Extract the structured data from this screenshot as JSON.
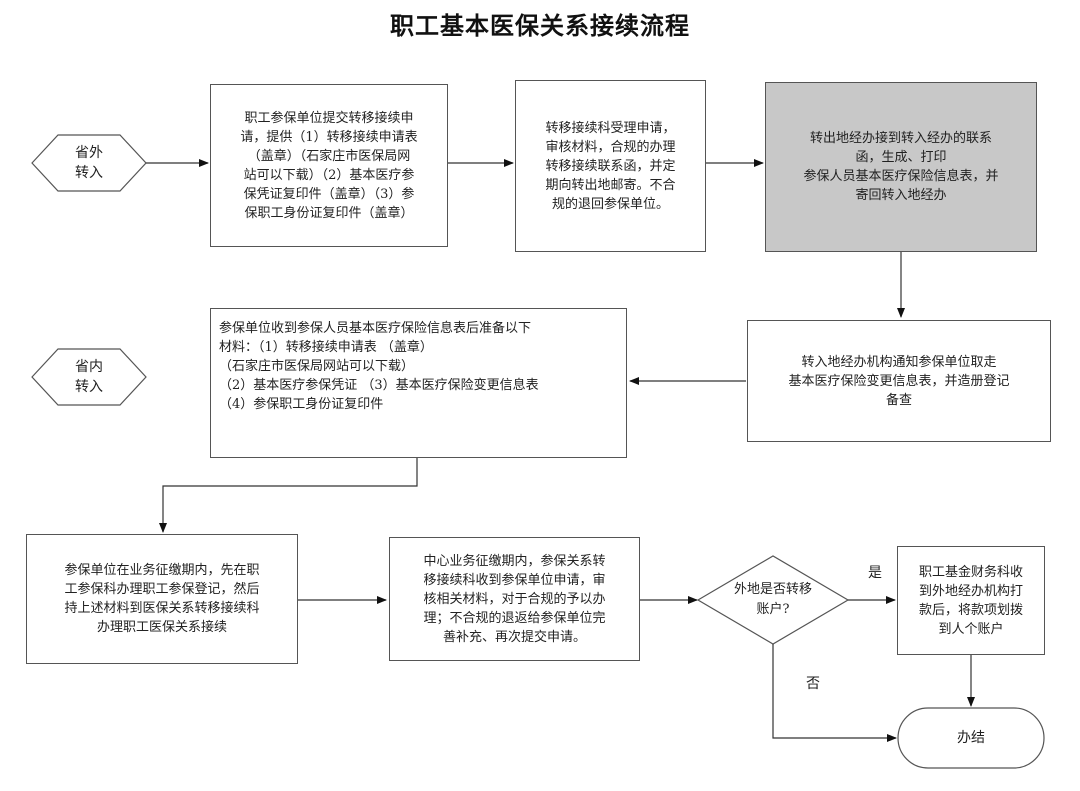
{
  "title": "职工基本医保关系接续流程",
  "terminals": {
    "out_province": [
      "省外",
      "转入"
    ],
    "in_province": [
      "省内",
      "转入"
    ],
    "end": "办结"
  },
  "boxes": {
    "submit": [
      "职工参保单位提交转移接续申",
      "请，提供（1）转移接续申请表",
      "（盖章）（石家庄市医保局网",
      "站可以下载）（2）基本医疗参",
      "保凭证复印件（盖章）（3）参",
      "保职工身份证复印件（盖章）"
    ],
    "accept": [
      "转移接续科受理申请，",
      "审核材料，合规的办理",
      "转移接续联系函，并定",
      "期向转出地邮寄。不合",
      "规的退回参保单位。"
    ],
    "transfer_out": [
      "转出地经办接到转入经办的联系",
      "函，生成、打印",
      "参保人员基本医疗保险信息表，并",
      "寄回转入地经办"
    ],
    "notify": [
      "转入地经办机构通知参保单位取走",
      "基本医疗保险变更信息表，并造册登记",
      "备查"
    ],
    "prepare": [
      "参保单位收到参保人员基本医疗保险信息表后准备以下",
      "材料：（1）转移接续申请表 （盖章）",
      "（石家庄市医保局网站可以下载）",
      "（2）基本医疗参保凭证 （3）基本医疗保险变更信息表",
      "（4）参保职工身份证复印件"
    ],
    "register": [
      "参保单位在业务征缴期内，先在职",
      "工参保科办理职工参保登记，然后",
      "持上述材料到医保关系转移接续科",
      "办理职工医保关系接续"
    ],
    "review": [
      "中心业务征缴期内，参保关系转",
      "移接续科收到参保单位申请，审",
      "核相关材料，对于合规的予以办",
      "理；不合规的退返给参保单位完",
      "善补充、再次提交申请。"
    ],
    "finance": [
      "职工基金财务科收",
      "到外地经办机构打",
      "款后，将款项划拨",
      "到人个账户"
    ]
  },
  "decision": [
    "外地是否转移",
    "账户?"
  ],
  "labels": {
    "yes": "是",
    "no": "否"
  }
}
